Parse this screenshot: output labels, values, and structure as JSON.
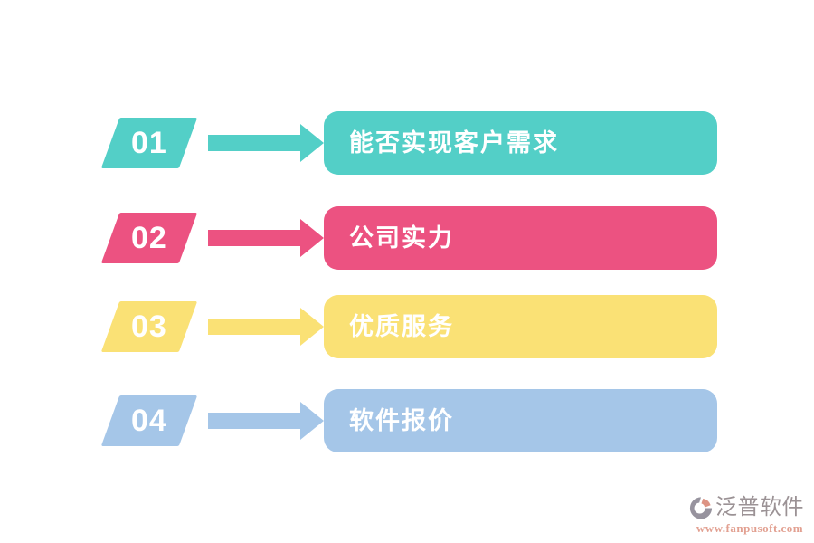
{
  "diagram": {
    "rows": [
      {
        "number": "01",
        "label": "能否实现客户需求",
        "color": "#53CFC7"
      },
      {
        "number": "02",
        "label": "公司实力",
        "color": "#EC5281"
      },
      {
        "number": "03",
        "label": "优质服务",
        "color": "#FAE175"
      },
      {
        "number": "04",
        "label": "软件报价",
        "color": "#A5C6E8"
      }
    ]
  },
  "watermark": {
    "brand": "泛普软件",
    "url": "www.fanpusoft.com",
    "brand_color": "#9B9295",
    "url_color": "#E2A091",
    "icon_gray": "#97939E",
    "icon_accent": "#DD9484"
  }
}
